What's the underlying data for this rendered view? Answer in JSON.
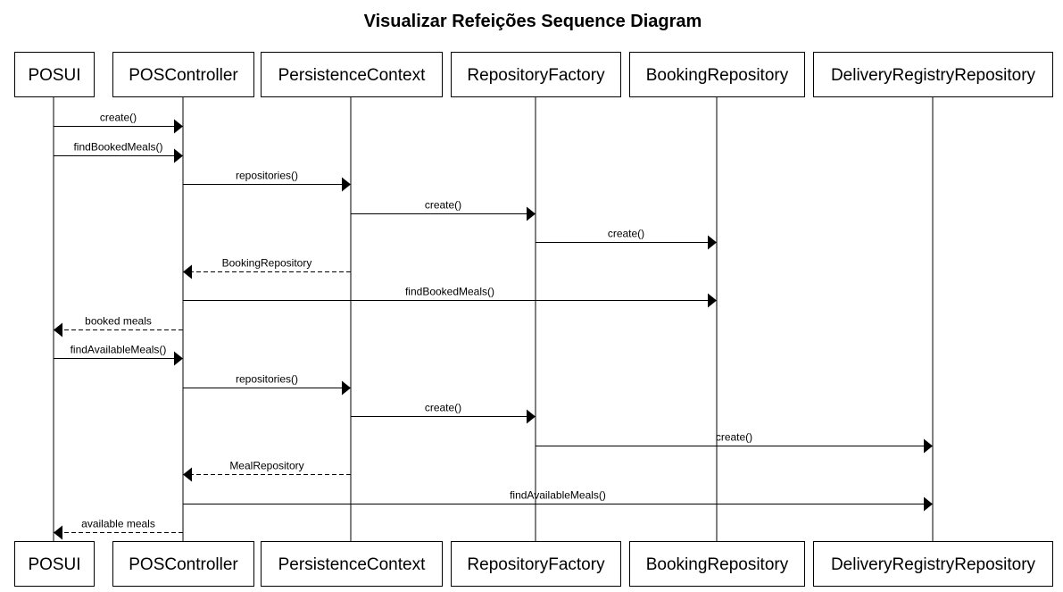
{
  "diagram": {
    "title": "Visualizar Refeições Sequence Diagram",
    "participants": [
      {
        "id": "posui",
        "label": "POSUI"
      },
      {
        "id": "poscontroller",
        "label": "POSController"
      },
      {
        "id": "persistencecontext",
        "label": "PersistenceContext"
      },
      {
        "id": "repositoryfactory",
        "label": "RepositoryFactory"
      },
      {
        "id": "bookingrepository",
        "label": "BookingRepository"
      },
      {
        "id": "deliveryregistryrepository",
        "label": "DeliveryRegistryRepository"
      }
    ],
    "messages": [
      {
        "from": "posui",
        "to": "poscontroller",
        "label": "create()",
        "kind": "call"
      },
      {
        "from": "posui",
        "to": "poscontroller",
        "label": "findBookedMeals()",
        "kind": "call"
      },
      {
        "from": "poscontroller",
        "to": "persistencecontext",
        "label": "repositories()",
        "kind": "call"
      },
      {
        "from": "persistencecontext",
        "to": "repositoryfactory",
        "label": "create()",
        "kind": "call"
      },
      {
        "from": "repositoryfactory",
        "to": "bookingrepository",
        "label": "create()",
        "kind": "call"
      },
      {
        "from": "persistencecontext",
        "to": "poscontroller",
        "label": "BookingRepository",
        "kind": "return"
      },
      {
        "from": "poscontroller",
        "to": "bookingrepository",
        "label": "findBookedMeals()",
        "kind": "call"
      },
      {
        "from": "poscontroller",
        "to": "posui",
        "label": "booked meals",
        "kind": "return"
      },
      {
        "from": "posui",
        "to": "poscontroller",
        "label": "findAvailableMeals()",
        "kind": "call"
      },
      {
        "from": "poscontroller",
        "to": "persistencecontext",
        "label": "repositories()",
        "kind": "call"
      },
      {
        "from": "persistencecontext",
        "to": "repositoryfactory",
        "label": "create()",
        "kind": "call"
      },
      {
        "from": "repositoryfactory",
        "to": "deliveryregistryrepository",
        "label": "create()",
        "kind": "call"
      },
      {
        "from": "persistencecontext",
        "to": "poscontroller",
        "label": "MealRepository",
        "kind": "return"
      },
      {
        "from": "poscontroller",
        "to": "deliveryregistryrepository",
        "label": "findAvailableMeals()",
        "kind": "call"
      },
      {
        "from": "poscontroller",
        "to": "posui",
        "label": "available meals",
        "kind": "return"
      }
    ]
  }
}
